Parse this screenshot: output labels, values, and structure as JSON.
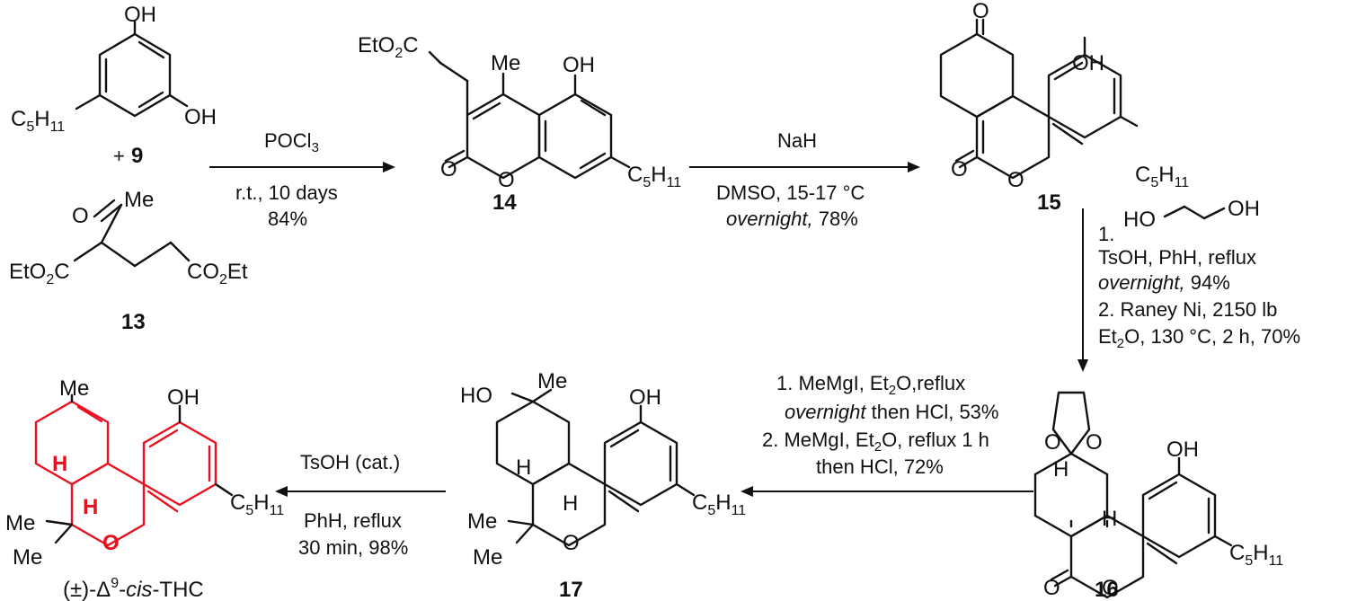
{
  "compounds": {
    "c9": {
      "label": "9"
    },
    "c13": {
      "label": "13"
    },
    "c14": {
      "label": "14"
    },
    "c15": {
      "label": "15"
    },
    "c16": {
      "label": "16"
    },
    "c17": {
      "label": "17"
    },
    "thc": {
      "label_prefix": "(±)-Δ",
      "label_sup": "9",
      "label_dash": "-",
      "label_italic": "cis",
      "label_suffix": "-THC"
    }
  },
  "atoms": {
    "oh": "OH",
    "ho": "HO",
    "o": "O",
    "me": "Me",
    "h": "H",
    "c5h11": "C5H11",
    "eto2c": "EtO2C",
    "co2et": "CO2Et",
    "plus": "+"
  },
  "steps": {
    "step1": {
      "reagent": "POCl3",
      "cond1": "r.t., 10 days",
      "cond2": "84%"
    },
    "step2": {
      "reagent": "NaH",
      "cond1": "DMSO, 15-17 °C",
      "cond2_italic": "overnight,",
      "cond2_rest": " 78%"
    },
    "step3": {
      "line1": "1.",
      "line2": "TsOH, PhH, reflux",
      "line3_italic": "overnight,",
      "line3_rest": " 94%",
      "line4": "2. Raney Ni, 2150 lb",
      "line5": "Et2O, 130 °C, 2 h, 70%"
    },
    "step4": {
      "line1": "1. MeMgI, Et2O,reflux",
      "line2_italic": "overnight",
      "line2_rest": " then HCl, 53%",
      "line3": "2. MeMgI, Et2O, reflux 1 h",
      "line4": "then HCl, 72%"
    },
    "step5": {
      "reagent": "TsOH  (cat.)",
      "cond1": "PhH, reflux",
      "cond2": "30 min, 98%"
    }
  },
  "colors": {
    "ink": "#111111",
    "highlight": "#e8101e"
  }
}
